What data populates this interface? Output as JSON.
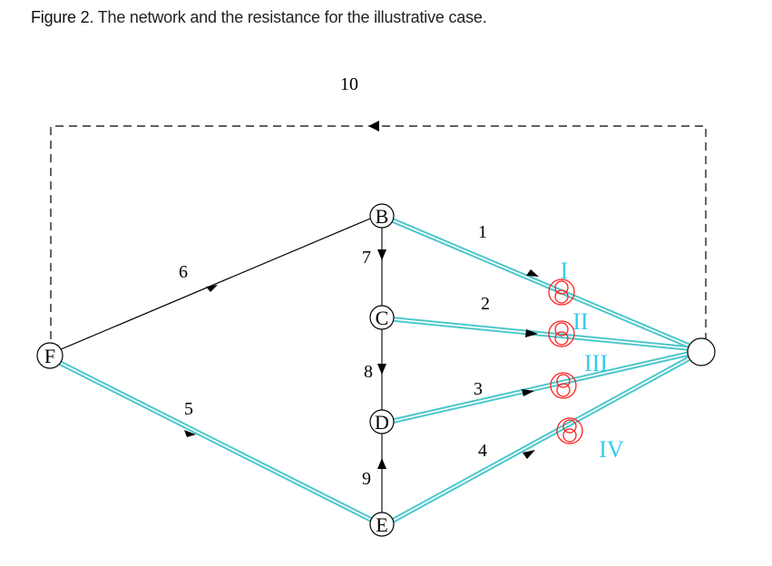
{
  "caption": {
    "figure_label": "Figure 2",
    "text": ". The network and the resistance for the illustrative case."
  },
  "colors": {
    "resistance_edge": "#4cc7cc",
    "transformer": "#ff2020",
    "roman_label": "#33ccee",
    "edge": "#000000"
  },
  "nodes": [
    {
      "id": "B",
      "label": "B"
    },
    {
      "id": "C",
      "label": "C"
    },
    {
      "id": "D",
      "label": "D"
    },
    {
      "id": "E",
      "label": "E"
    },
    {
      "id": "F",
      "label": "F"
    },
    {
      "id": "T",
      "label": ""
    }
  ],
  "edges": [
    {
      "id": "1",
      "label": "1",
      "from": "B",
      "to": "T",
      "resistance": true
    },
    {
      "id": "2",
      "label": "2",
      "from": "C",
      "to": "T",
      "resistance": true
    },
    {
      "id": "3",
      "label": "3",
      "from": "D",
      "to": "T",
      "resistance": true
    },
    {
      "id": "4",
      "label": "4",
      "from": "E",
      "to": "T",
      "resistance": true
    },
    {
      "id": "5",
      "label": "5",
      "from": "F",
      "to": "E",
      "resistance": true
    },
    {
      "id": "6",
      "label": "6",
      "from": "F",
      "to": "B",
      "resistance": false
    },
    {
      "id": "7",
      "label": "7",
      "from": "B",
      "to": "C",
      "resistance": false
    },
    {
      "id": "8",
      "label": "8",
      "from": "C",
      "to": "D",
      "resistance": false
    },
    {
      "id": "9",
      "label": "9",
      "from": "E",
      "to": "D",
      "resistance": false
    },
    {
      "id": "10",
      "label": "10",
      "from": "T",
      "to": "F",
      "resistance": false,
      "dashed": true
    }
  ],
  "transformers": [
    {
      "id": "I",
      "label": "I"
    },
    {
      "id": "II",
      "label": "II"
    },
    {
      "id": "III",
      "label": "III"
    },
    {
      "id": "IV",
      "label": "IV"
    }
  ]
}
